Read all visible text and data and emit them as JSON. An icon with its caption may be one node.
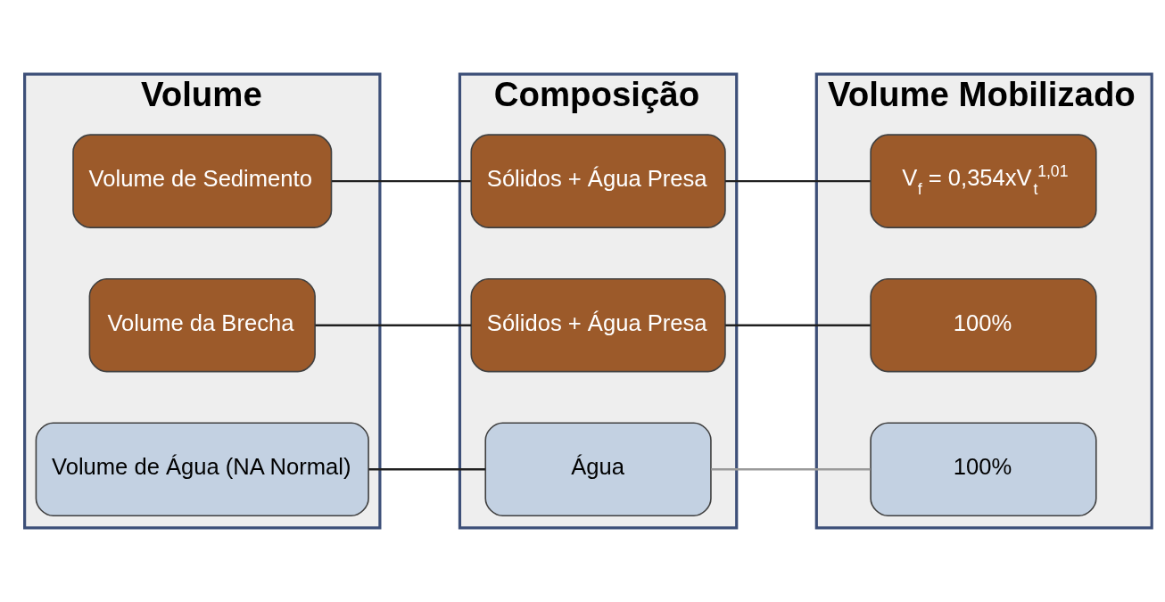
{
  "diagram": {
    "nodes": [
      {
        "text": [
          "Volume"
        ]
      },
      {
        "text": [
          "Volume de Sedimento"
        ],
        "in": 0
      },
      {
        "text": [
          "Volume da Brecha"
        ],
        "in": 0
      },
      {
        "text": [
          "Volume de Água (NA Normal)"
        ],
        "in": 0
      },
      {
        "text": [
          "Composição"
        ]
      },
      {
        "text": [
          "Sólidos + Água Presa"
        ],
        "in": 4
      },
      {
        "text": [
          "Sólidos + Água Presa"
        ],
        "in": 4
      },
      {
        "text": [
          "Água"
        ],
        "in": 4
      },
      {
        "text": [
          "Volume Mobilizado"
        ]
      },
      {
        "text": [
          "V$_{f}$ = 0,354xV$_{t}$$^{1,01}$"
        ],
        "in": 8
      },
      {
        "text": [
          "100%"
        ],
        "in": 8
      },
      {
        "text": [
          "100%"
        ],
        "in": 8
      }
    ],
    "edges": [
      {
        "from": 1,
        "to": 5,
        "arrow": "none"
      },
      {
        "from": 5,
        "to": 9,
        "arrow": "none"
      },
      {
        "from": 2,
        "to": 6,
        "arrow": "none"
      },
      {
        "from": 6,
        "to": 10,
        "arrow": "none"
      },
      {
        "from": 3,
        "to": 7,
        "arrow": "none"
      },
      {
        "from": 7,
        "to": 11,
        "arrow": "none",
        "color": "#9a9a9a"
      }
    ]
  }
}
